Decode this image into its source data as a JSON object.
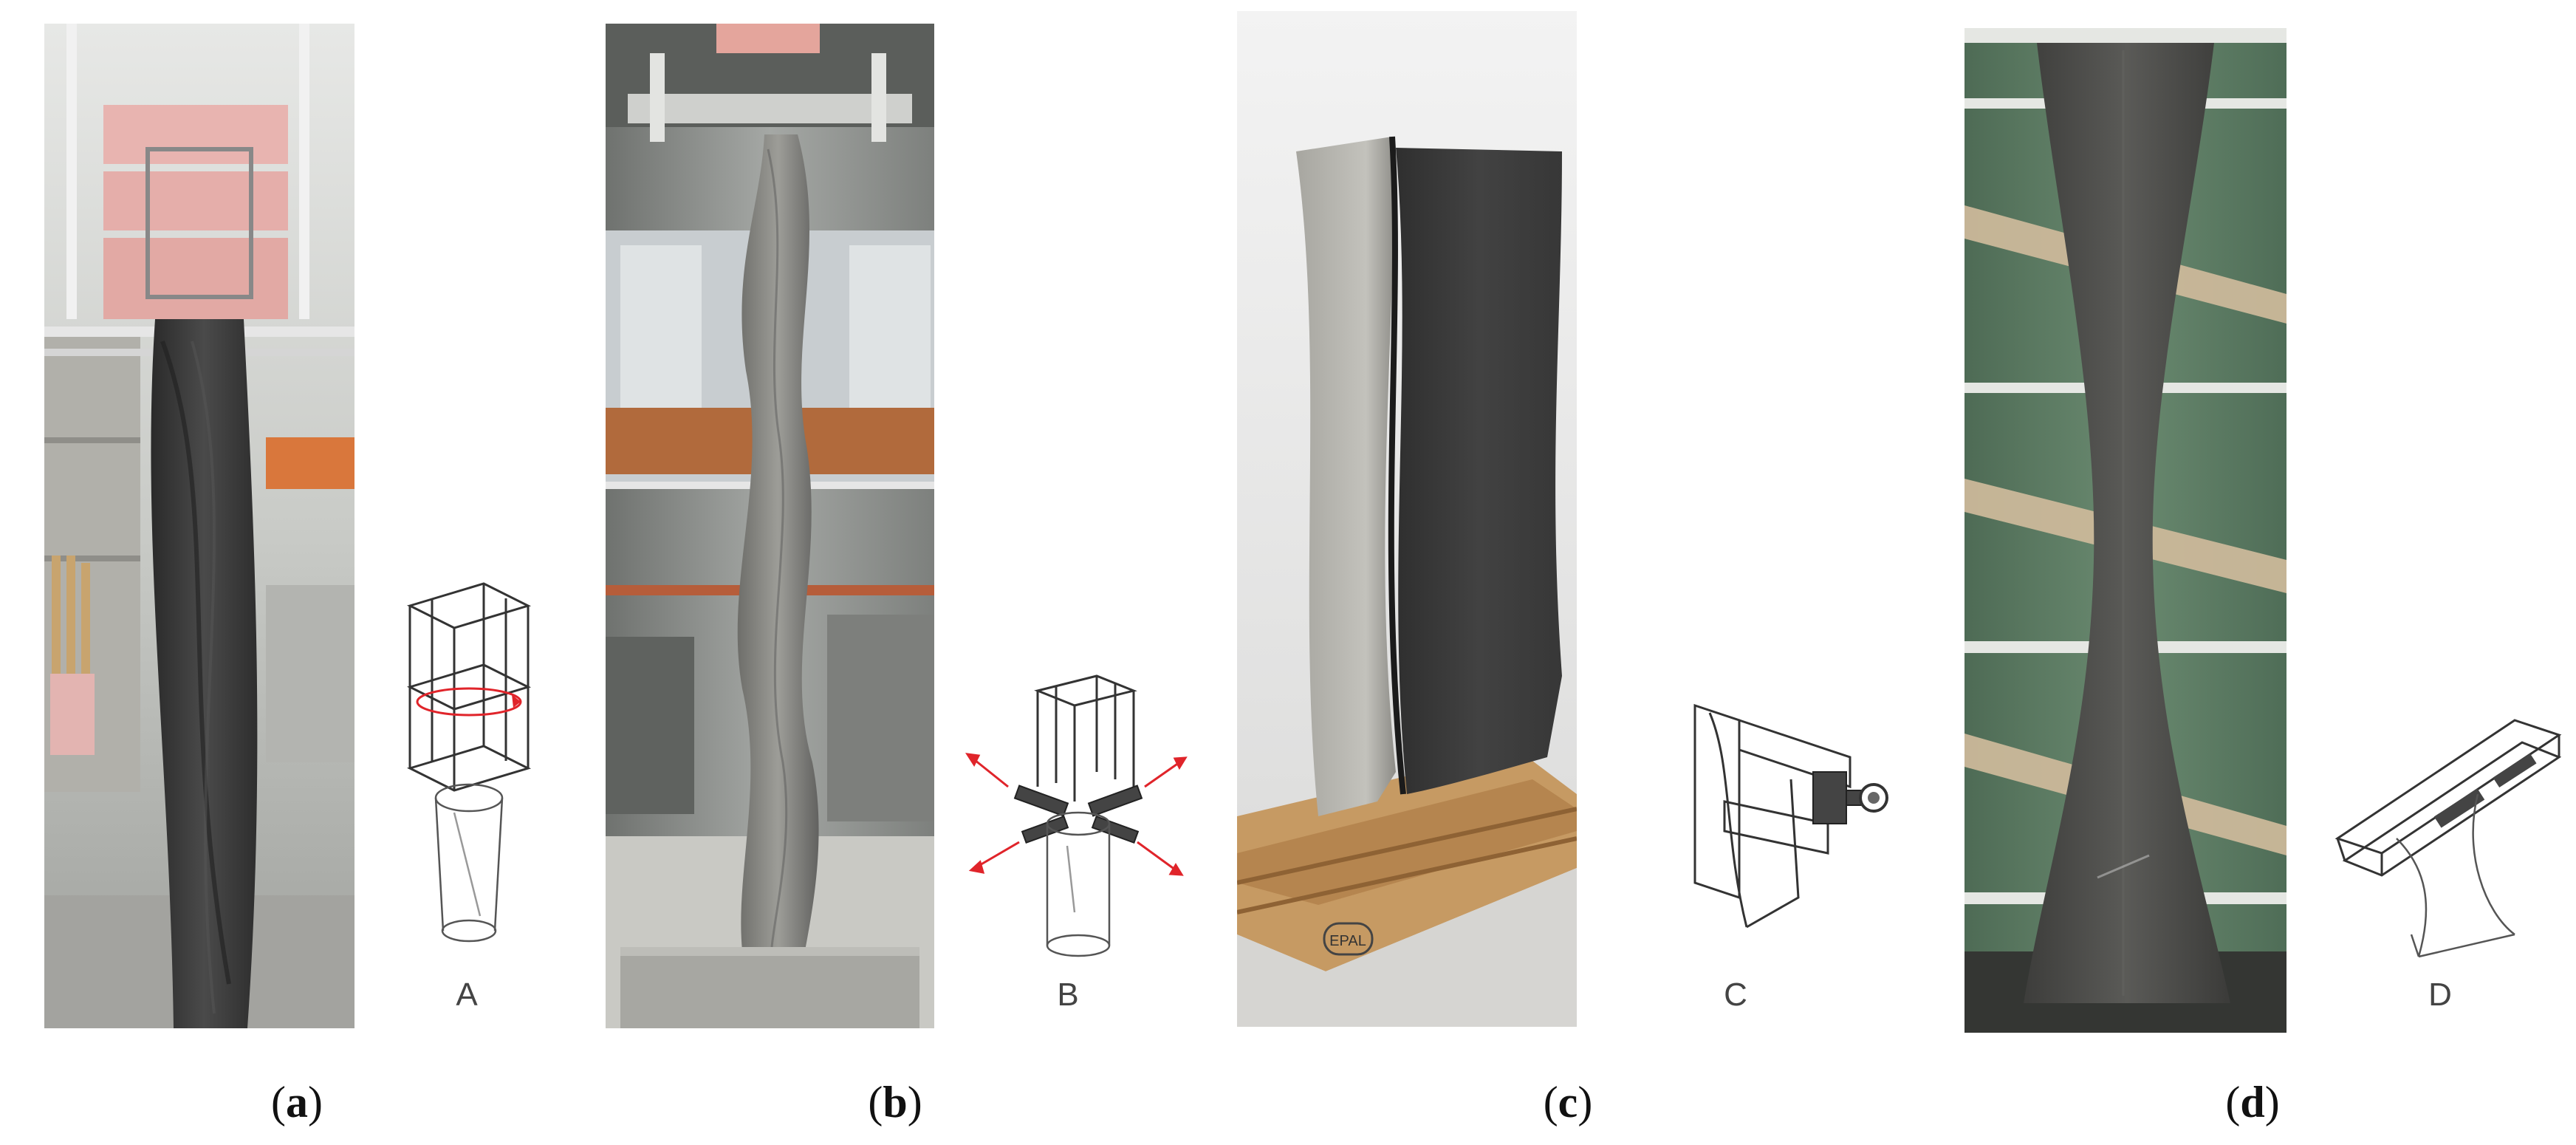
{
  "panels": [
    {
      "id": "a",
      "caption_open": "(",
      "caption_letter": "a",
      "caption_close": ")",
      "sketch_label": "A"
    },
    {
      "id": "b",
      "caption_open": "(",
      "caption_letter": "b",
      "caption_close": ")",
      "sketch_label": "B"
    },
    {
      "id": "c",
      "caption_open": "(",
      "caption_letter": "c",
      "caption_close": ")",
      "sketch_label": "C"
    },
    {
      "id": "d",
      "caption_open": "(",
      "caption_letter": "d",
      "caption_close": ")",
      "sketch_label": "D"
    }
  ],
  "pallet_stamp": "EPAL",
  "colors": {
    "concrete_dark": "#3d3d3d",
    "concrete_light": "#9a9993",
    "foam_pink": "#e8b4b0",
    "lab_background": "#b7b9b3",
    "wall_green": "#5c7a63",
    "pallet_wood": "#c69a63",
    "arrow_red": "#e0242a"
  }
}
